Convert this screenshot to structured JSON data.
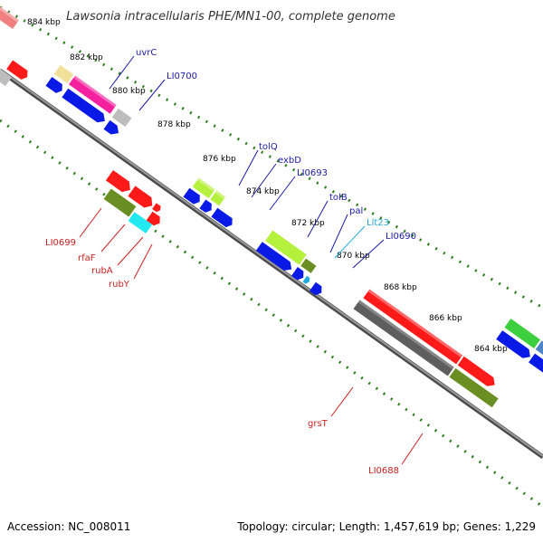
{
  "title": "Lawsonia intracellularis PHE/MN1-00, complete genome",
  "footer": {
    "accession": "Accession: NC_008011",
    "topology": "Topology: circular; Length: 1,457,619 bp; Genes: 1,229"
  },
  "ticks": [
    "884 kbp",
    "882 kbp",
    "880 kbp",
    "878 kbp",
    "876 kbp",
    "874 kbp",
    "872 kbp",
    "870 kbp",
    "868 kbp",
    "866 kbp",
    "864 kbp"
  ],
  "genes": {
    "uvrC": "uvrC",
    "LI0700": "LI0700",
    "tolQ": "tolQ",
    "exbD": "exbD",
    "LI0693": "LI0693",
    "tolB": "tolB",
    "pal": "pal",
    "Llt23": "Llt23",
    "LI0690": "LI0690",
    "LI0699": "LI0699",
    "rfaF": "rfaF",
    "rubA": "rubA",
    "rubY": "rubY",
    "grsT": "grsT",
    "LI0688": "LI0688"
  },
  "colors": {
    "backbone": "#6e6e6e",
    "tick_dots": "#2e7d1e",
    "label_blue": "#1a1aa6",
    "label_red": "#cc2020",
    "label_cyan": "#22aadd",
    "gene_red": "#ff1a1a",
    "gene_blue": "#0a1ae6",
    "gene_olive": "#6b8e23",
    "gene_lime": "#b5f03c",
    "gene_magenta": "#f5219e",
    "gene_gray": "#bdbdbd",
    "gene_dark": "#5e5e5e",
    "gene_cyan": "#22e8f0",
    "gene_green": "#3ecf3e",
    "gene_steel": "#4f86c6",
    "gene_pink": "#f08080",
    "gene_tan": "#f0e09a"
  }
}
